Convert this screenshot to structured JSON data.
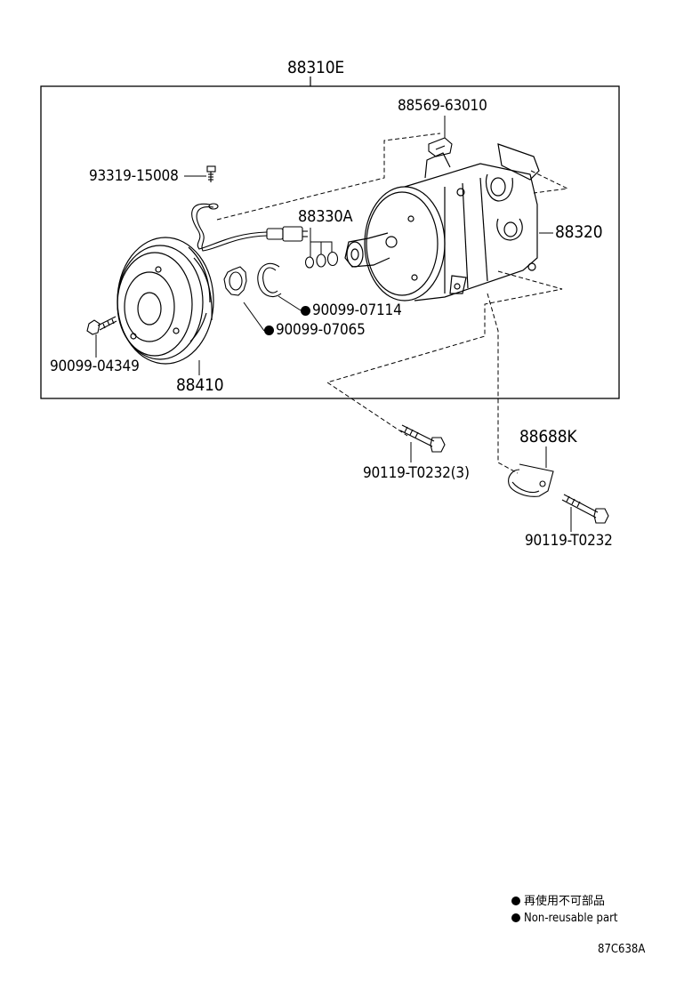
{
  "assembly_label": "88310E",
  "parts": {
    "bracket_label": "88569-63010",
    "clip_bolt_label": "93319-15008",
    "seal_kit_label": "88330A",
    "compressor_label": "88320",
    "o_ring_label": "90099-07114",
    "snap_ring_label": "90099-07065",
    "clutch_bolt_label": "90099-04349",
    "clutch_label": "88410",
    "mount_bolt_label": "90119-T0232(3)",
    "stay_label": "88688K",
    "stay_bolt_label": "90119-T0232"
  },
  "legend": {
    "line_jp": "再使用不可部品",
    "line_en": "Non-reusable part"
  },
  "drawing_code": "87C638A"
}
